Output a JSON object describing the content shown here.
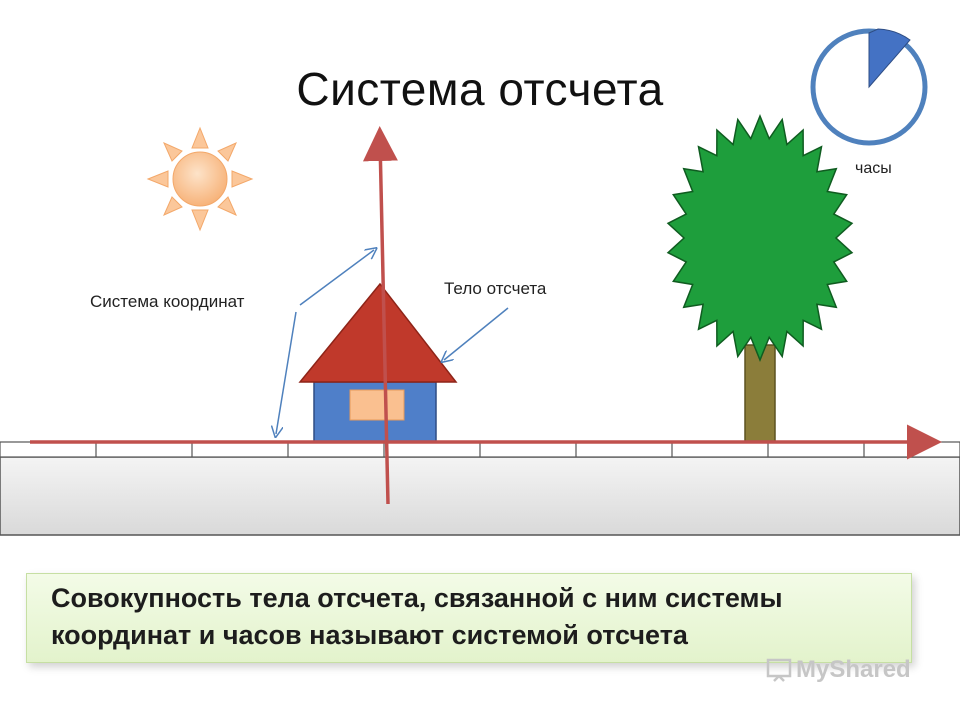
{
  "title": "Система отсчета",
  "labels": {
    "coordinate_system": "Система координат",
    "reference_body": "Тело отсчета",
    "clock": "часы"
  },
  "definition": "Совокупность тела отсчета, связанной с ним системы координат и часов  называют системой отсчета",
  "watermark": "MyShared",
  "colors": {
    "axis": "#c0504d",
    "roof": "#c0392b",
    "house_wall": "#4f7fc9",
    "window": "#fac090",
    "tree_crown": "#1e9e3c",
    "trunk": "#8b7d3a",
    "sun": "#fbc79a",
    "clock_ring": "#4f81bd",
    "clock_hand": "#4472c4",
    "definition_bg": "#ebf7da"
  }
}
